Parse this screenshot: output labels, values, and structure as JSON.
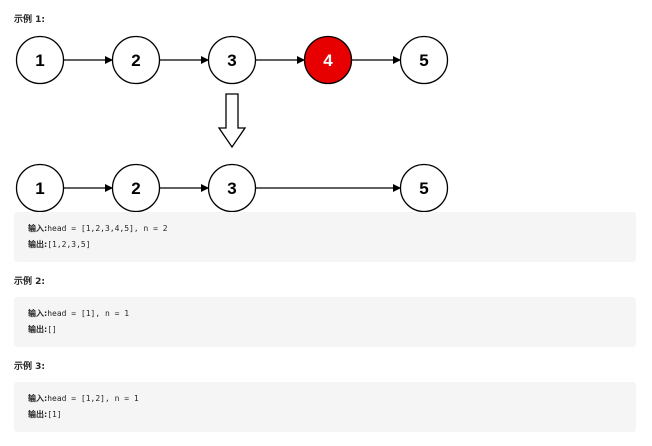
{
  "examples": [
    {
      "heading": "示例 1:",
      "input_label": "输入:",
      "input_value": "head = [1,2,3,4,5], n = 2",
      "output_label": "输出:",
      "output_value": "[1,2,3,5]"
    },
    {
      "heading": "示例 2:",
      "input_label": "输入:",
      "input_value": "head = [1], n = 1",
      "output_label": "输出:",
      "output_value": "[]"
    },
    {
      "heading": "示例 3:",
      "input_label": "输入:",
      "input_value": "head = [1,2], n = 1",
      "output_label": "输出:",
      "output_value": "[1]"
    }
  ],
  "diagram": {
    "top_row": [
      "1",
      "2",
      "3",
      "4",
      "5"
    ],
    "bottom_row": [
      "1",
      "2",
      "3",
      "5"
    ],
    "highlight_node": "4",
    "highlight_color": "#e60000",
    "node_stroke": "#000000",
    "node_fill": "#ffffff"
  }
}
